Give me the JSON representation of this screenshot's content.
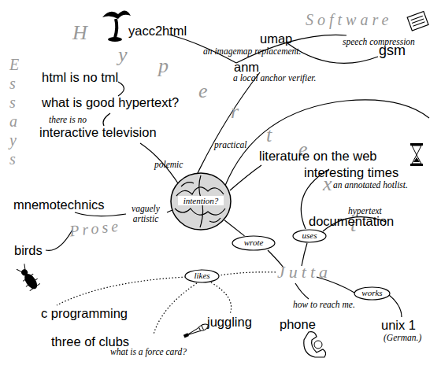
{
  "diagram": {
    "nodes": [
      {
        "text": [
          "intention?"
        ]
      },
      {
        "text": [
          "wrote"
        ]
      },
      {
        "text": [
          "uses"
        ]
      },
      {
        "text": [
          "likes"
        ]
      },
      {
        "text": [
          "works"
        ]
      }
    ],
    "edges": [
      {
        "from": 0,
        "to": 1,
        "arrow": "none"
      }
    ],
    "labels": [
      "Software",
      "yacc2html",
      "umap",
      "an imagemap replacement.",
      "speech compression",
      "gsm",
      "anm",
      "a local anchor verifier.",
      "H",
      "y",
      "p",
      "e",
      "r",
      "t",
      "e",
      "x",
      "t",
      "Essays",
      "html is no tml",
      "what is good hypertext?",
      "there is no",
      "interactive television",
      "practical",
      "polemic",
      "literature on the web",
      "interesting times",
      "an annotated hotlist.",
      "mnemotechnics",
      "vaguely artistic",
      "hypertext",
      "documentation",
      "Prose",
      "birds",
      "Jutta",
      "how to reach me.",
      "c programming",
      "juggling",
      "phone",
      "unix 1",
      "(German.)",
      "three of clubs",
      "what is a force card?"
    ]
  }
}
